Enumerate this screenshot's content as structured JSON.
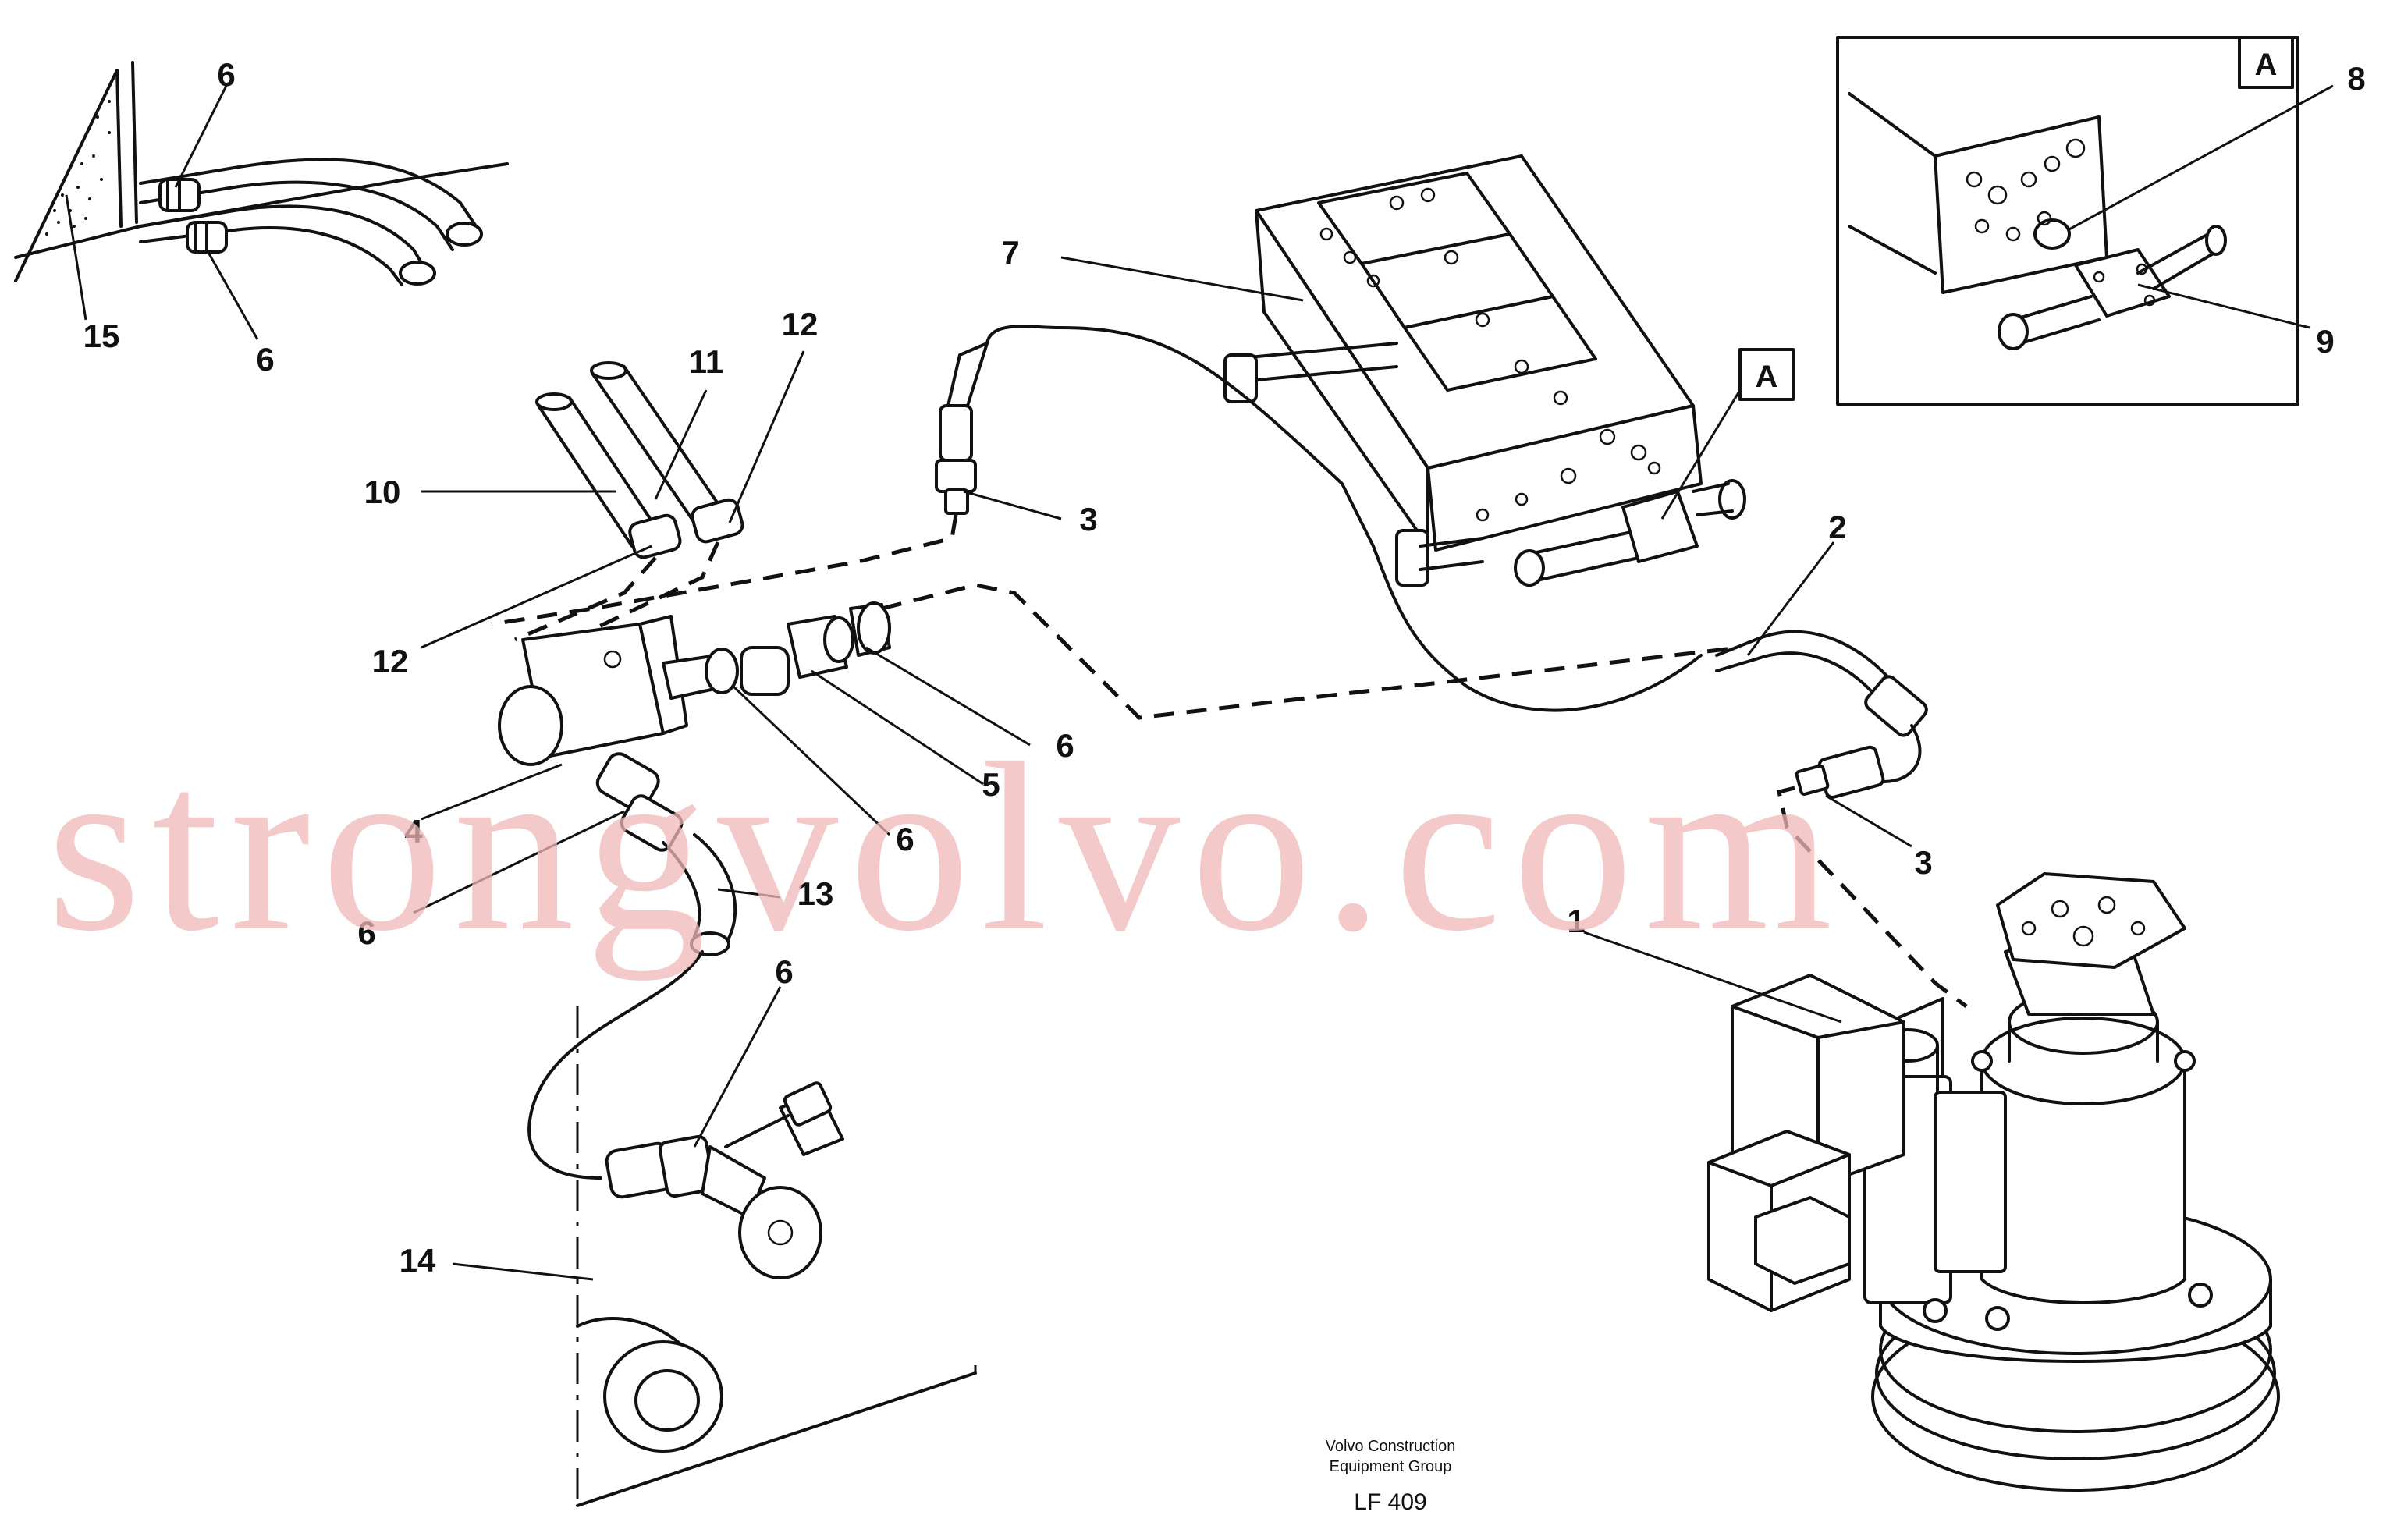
{
  "callouts": {
    "c1": "1",
    "c2": "2",
    "c3a": "3",
    "c3b": "3",
    "c4": "4",
    "c5": "5",
    "c6a": "6",
    "c6b": "6",
    "c6c": "6",
    "c6d": "6",
    "c6e": "6",
    "c6f": "6",
    "c7": "7",
    "c8": "8",
    "c9": "9",
    "c10": "10",
    "c11": "11",
    "c12a": "12",
    "c12b": "12",
    "c13": "13",
    "c14": "14",
    "c15": "15"
  },
  "detail_tag": "A",
  "view_tag": "A",
  "footer": {
    "line1": "Volvo Construction",
    "line2": "Equipment Group",
    "code": "LF 409"
  },
  "watermark": "strongvolvo.com"
}
